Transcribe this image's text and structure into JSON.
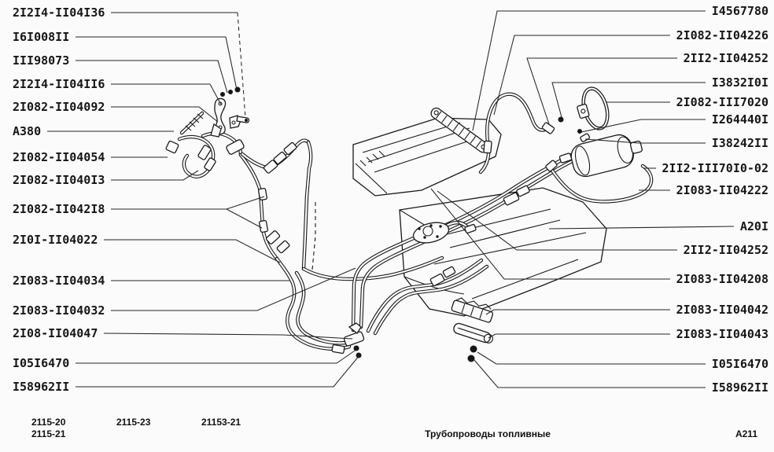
{
  "page": {
    "background": "#fbfbfb",
    "ink": "#1a1a1a"
  },
  "callouts": {
    "left": [
      "2I2I4-II04I36",
      "I6I008II",
      "III98073",
      "2I2I4-II04II6",
      "2I082-II04092",
      "A380",
      "2I082-II04054",
      "2I082-II040I3",
      "2I082-II042I8",
      "2I0I-II04022",
      "2I083-II04034",
      "2I083-II04032",
      "2I08-II04047",
      "I05I6470",
      "I58962II"
    ],
    "right": [
      "I4567780",
      "2I082-II04226",
      "2II2-II04252",
      "I3832I0I",
      "2I082-III7020",
      "I264440I",
      "I38242II",
      "2II2-III70I0-02",
      "2I083-II04222",
      "A20I",
      "2II2-II04252",
      "2I083-II04208",
      "2I083-II04042",
      "2I083-II04043",
      "I05I6470",
      "I58962II"
    ]
  },
  "footer": {
    "models_row1": [
      "2115-20",
      "2115-23",
      "21153-21"
    ],
    "models_row2": [
      "2115-21"
    ],
    "title": "Трубопроводы топливные",
    "sheet_code": "A211"
  }
}
